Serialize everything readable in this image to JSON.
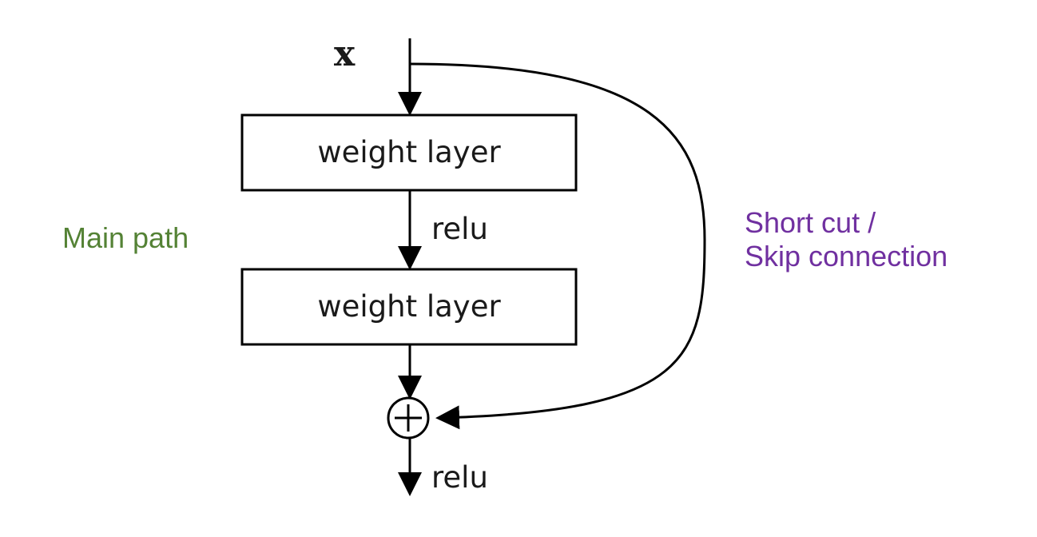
{
  "input_label": "x",
  "nodes": {
    "layer1": "weight layer",
    "layer2": "weight layer",
    "add_symbol": "+"
  },
  "edges": {
    "relu_mid": "relu",
    "relu_out": "relu"
  },
  "annotations": {
    "main_path": "Main path",
    "skip_line1": "Short cut /",
    "skip_line2": "Skip connection"
  },
  "colors": {
    "main_path": "#548235",
    "skip": "#7030A0",
    "stroke": "#000000"
  }
}
